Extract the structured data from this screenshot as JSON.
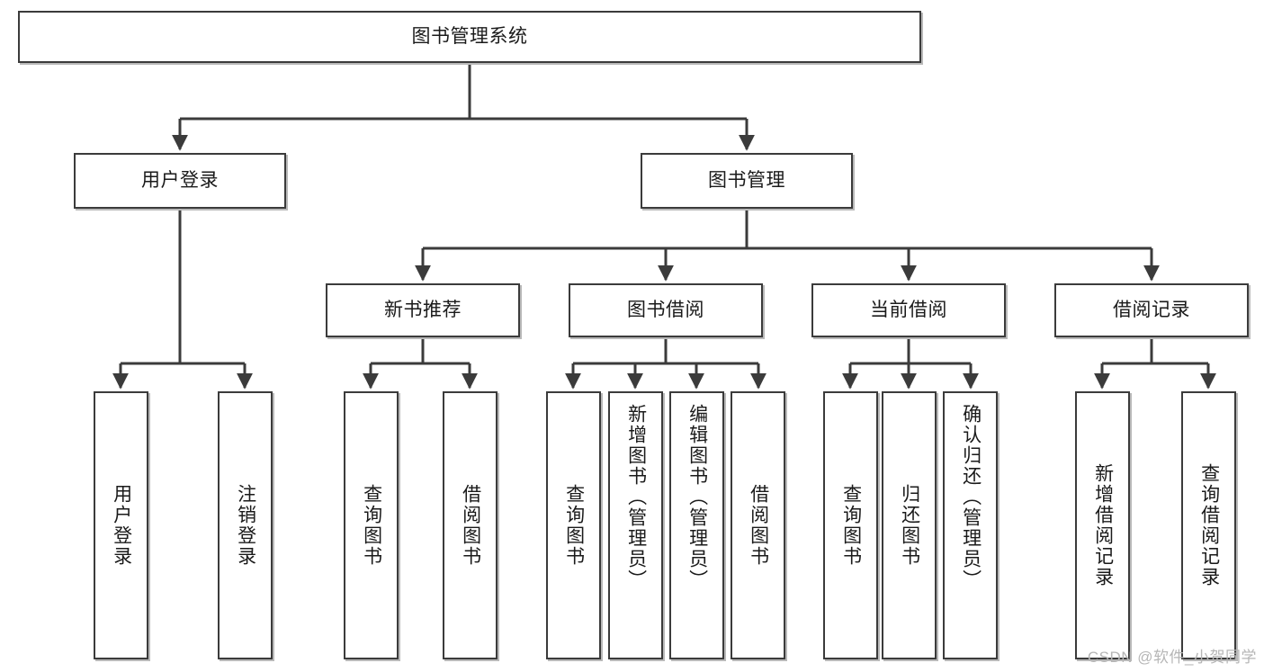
{
  "diagram": {
    "title": "图书管理系统",
    "watermark": "CSDN @软件_小贺同学",
    "colors": {
      "node_border": "#3b3b3b",
      "node_fill": "#ffffff",
      "node_shadow": "#b9b9b9",
      "edge": "#3b3b3b",
      "text": "#1a1a1a",
      "watermark": "#b6b6b6"
    },
    "root": {
      "label": "图书管理系统"
    },
    "level2": [
      {
        "label": "用户登录"
      },
      {
        "label": "图书管理"
      }
    ],
    "level3": [
      {
        "label": "新书推荐"
      },
      {
        "label": "图书借阅"
      },
      {
        "label": "当前借阅"
      },
      {
        "label": "借阅记录"
      }
    ],
    "leaves": {
      "user_login": [
        {
          "label": "用户登录"
        },
        {
          "label": "注销登录"
        }
      ],
      "new_book_recommend": [
        {
          "label": "查询图书"
        },
        {
          "label": "借阅图书"
        }
      ],
      "book_borrow": [
        {
          "label": "查询图书"
        },
        {
          "label": "新增图书（管理员）"
        },
        {
          "label": "编辑图书（管理员）"
        },
        {
          "label": "借阅图书"
        }
      ],
      "current_borrow": [
        {
          "label": "查询图书"
        },
        {
          "label": "归还图书"
        },
        {
          "label": "确认归还（管理员）"
        }
      ],
      "borrow_records": [
        {
          "label": "新增借阅记录"
        },
        {
          "label": "查询借阅记录"
        }
      ]
    }
  },
  "chart_data": {
    "type": "diagram",
    "subtype": "tree",
    "title": "图书管理系统",
    "orientation": "top-down",
    "nodes": [
      {
        "id": "root",
        "label": "图书管理系统",
        "level": 0,
        "parent": null
      },
      {
        "id": "n1",
        "label": "用户登录",
        "level": 1,
        "parent": "root"
      },
      {
        "id": "n2",
        "label": "图书管理",
        "level": 1,
        "parent": "root"
      },
      {
        "id": "n1a",
        "label": "用户登录",
        "level": 2,
        "parent": "n1"
      },
      {
        "id": "n1b",
        "label": "注销登录",
        "level": 2,
        "parent": "n1"
      },
      {
        "id": "n2a",
        "label": "新书推荐",
        "level": 2,
        "parent": "n2"
      },
      {
        "id": "n2b",
        "label": "图书借阅",
        "level": 2,
        "parent": "n2"
      },
      {
        "id": "n2c",
        "label": "当前借阅",
        "level": 2,
        "parent": "n2"
      },
      {
        "id": "n2d",
        "label": "借阅记录",
        "level": 2,
        "parent": "n2"
      },
      {
        "id": "n2a1",
        "label": "查询图书",
        "level": 3,
        "parent": "n2a"
      },
      {
        "id": "n2a2",
        "label": "借阅图书",
        "level": 3,
        "parent": "n2a"
      },
      {
        "id": "n2b1",
        "label": "查询图书",
        "level": 3,
        "parent": "n2b"
      },
      {
        "id": "n2b2",
        "label": "新增图书（管理员）",
        "level": 3,
        "parent": "n2b"
      },
      {
        "id": "n2b3",
        "label": "编辑图书（管理员）",
        "level": 3,
        "parent": "n2b"
      },
      {
        "id": "n2b4",
        "label": "借阅图书",
        "level": 3,
        "parent": "n2b"
      },
      {
        "id": "n2c1",
        "label": "查询图书",
        "level": 3,
        "parent": "n2c"
      },
      {
        "id": "n2c2",
        "label": "归还图书",
        "level": 3,
        "parent": "n2c"
      },
      {
        "id": "n2c3",
        "label": "确认归还（管理员）",
        "level": 3,
        "parent": "n2c"
      },
      {
        "id": "n2d1",
        "label": "新增借阅记录",
        "level": 3,
        "parent": "n2d"
      },
      {
        "id": "n2d2",
        "label": "查询借阅记录",
        "level": 3,
        "parent": "n2d"
      }
    ],
    "edge_style": "orthogonal-with-arrowheads",
    "legend": null,
    "annotations": [
      "CSDN @软件_小贺同学"
    ]
  }
}
